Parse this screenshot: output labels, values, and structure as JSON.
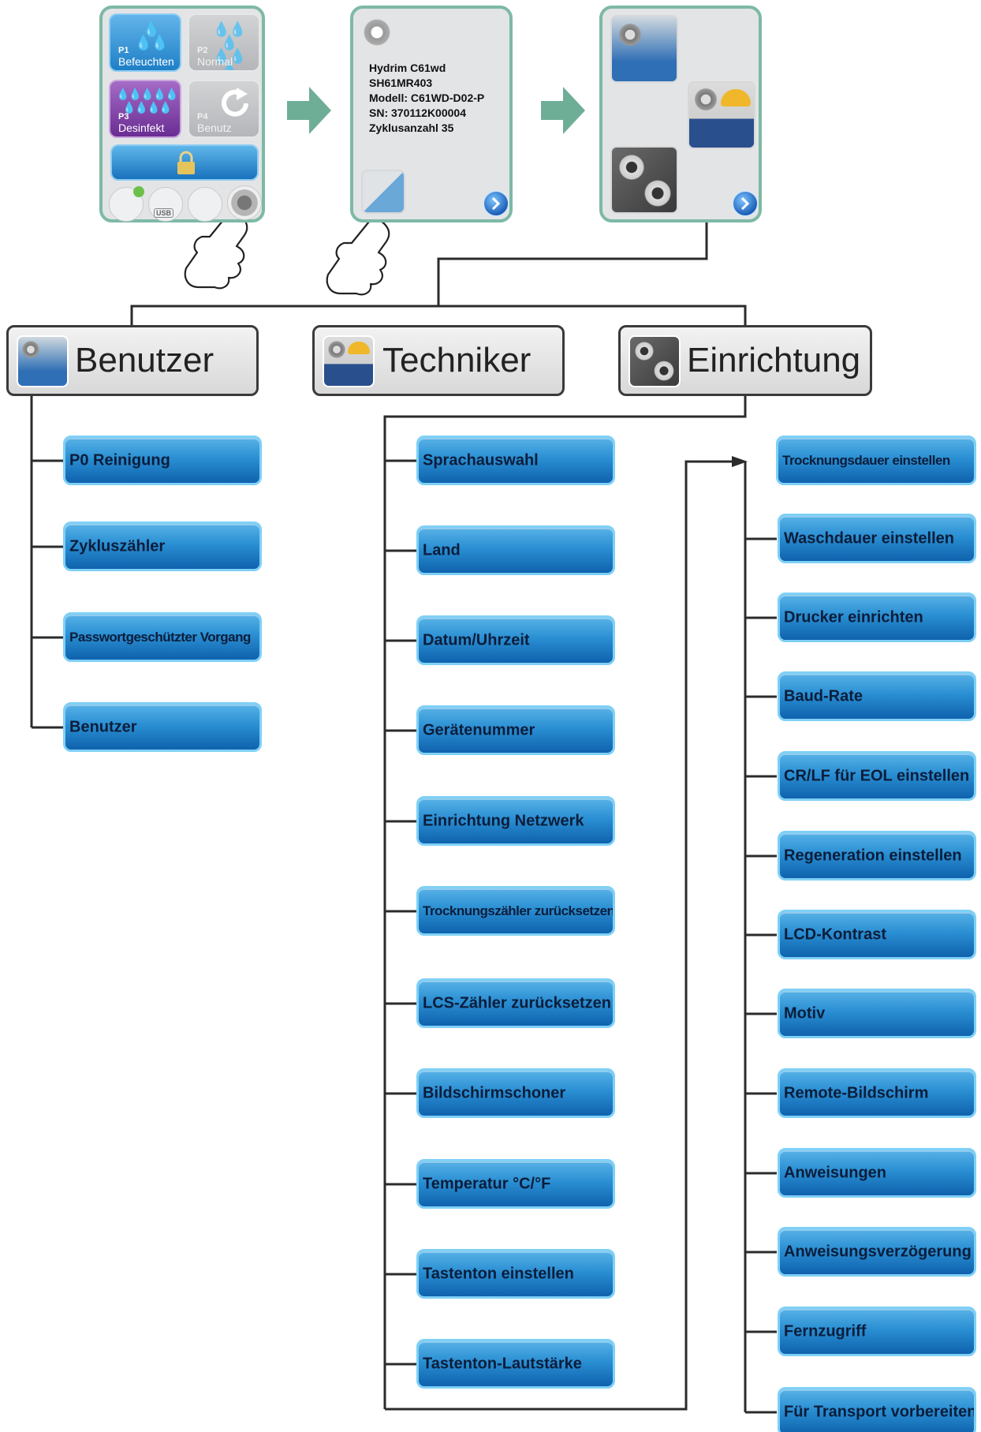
{
  "screen1": {
    "tiles": [
      {
        "id": "P1",
        "name": "Befeuchten"
      },
      {
        "id": "P2",
        "name": "Normal"
      },
      {
        "id": "P3",
        "name": "Desinfekt"
      },
      {
        "id": "P4",
        "name": "Benutz"
      }
    ],
    "usb_label": "USB"
  },
  "screen2": {
    "info_lines": [
      "Hydrim C61wd",
      "SH61MR403",
      "Modell: C61WD-D02-P",
      "SN: 370112K00004",
      "Zyklusanzahl 35"
    ]
  },
  "categories": {
    "benutzer": "Benutzer",
    "techniker": "Techniker",
    "einrichtung": "Einrichtung"
  },
  "benutzer_items": [
    "P0 Reinigung",
    "Zykluszähler",
    "Passwortgeschützter Vorgang",
    "Benutzer"
  ],
  "techniker_items": [
    "Sprachauswahl",
    "Land",
    "Datum/Uhrzeit",
    "Gerätenummer",
    "Einrichtung Netzwerk",
    "Trocknungszähler zurücksetzen",
    "LCS-Zähler zurücksetzen",
    "Bildschirmschoner",
    "Temperatur °C/°F",
    "Tastenton einstellen",
    "Tastenton-Lautstärke"
  ],
  "einrichtung_items": [
    "Trocknungsdauer einstellen",
    "Waschdauer einstellen",
    "Drucker einrichten",
    "Baud-Rate",
    "CR/LF für EOL einstellen",
    "Regeneration einstellen",
    "LCD-Kontrast",
    "Motiv",
    "Remote-Bildschirm",
    "Anweisungen",
    "Anweisungsverzögerung",
    "Fernzugriff",
    "Für Transport vorbereiten"
  ],
  "colors": {
    "panel_border": "#7db9a6",
    "arrow": "#6fae96",
    "button_blue": "#1f7fc6",
    "button_border": "#7fd0f6",
    "p3_purple": "#6a2d93"
  }
}
